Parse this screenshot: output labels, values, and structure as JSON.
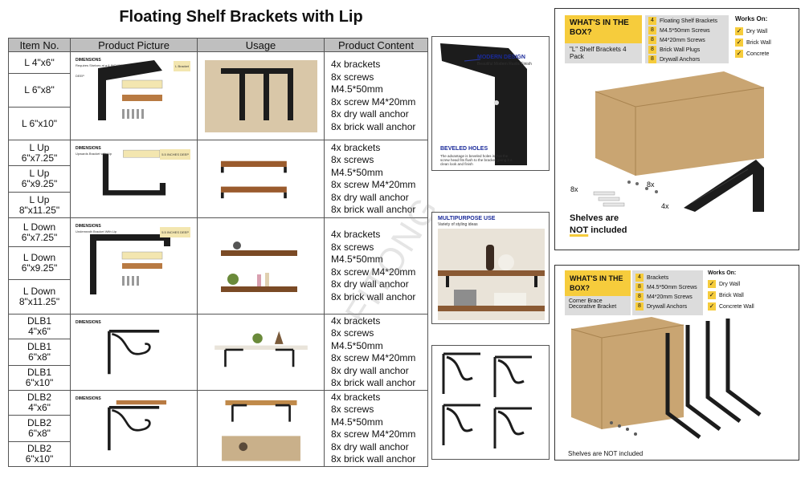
{
  "title": "Floating Shelf Brackets with Lip",
  "watermark": "FITONG",
  "table": {
    "headers": [
      "Item No.",
      "Product Picture",
      "Usage",
      "Product Content"
    ],
    "groups": [
      {
        "items": [
          "L 4\"x6\"",
          "L 6\"x8\"",
          "L 6\"x10\""
        ],
        "content": [
          "4x brackets",
          "8x screws M4.5*50mm",
          "8x screw M4*20mm",
          "8x dry wall anchor",
          "8x brick wall anchor"
        ],
        "pic_label": "DIMENSIONS",
        "pic_note": "Requires Shelves at a 6 INCHES DEEP",
        "pic_sub": "L Bracket"
      },
      {
        "items": [
          "L Up\n6\"x7.25\"",
          "L Up\n6\"x9.25\"",
          "L Up\n8\"x11.25\""
        ],
        "content": [
          "4x brackets",
          "8x screws M4.5*50mm",
          "8x screw M4*20mm",
          "8x dry wall anchor",
          "8x brick wall anchor"
        ],
        "pic_label": "DIMENSIONS",
        "pic_note": "Upwards Bracket with Lip",
        "pic_sub": "5.5 INCHES DEEP"
      },
      {
        "items": [
          "L Down\n6\"x7.25\"",
          "L Down\n6\"x9.25\"",
          "L Down\n8\"x11.25\""
        ],
        "content": [
          "4x brackets",
          "8x screws M4.5*50mm",
          "8x screw M4*20mm",
          "8x dry wall anchor",
          "8x brick wall anchor"
        ],
        "pic_label": "DIMENSIONS",
        "pic_note": "Underneath Bracket With Lip",
        "pic_sub": "5.5 INCHES DEEP"
      },
      {
        "items": [
          "DLB1\n4\"x6\"",
          "DLB1\n6\"x8\"",
          "DLB1\n6\"x10\""
        ],
        "content": [
          "4x brackets",
          "8x screws M4.5*50mm",
          "8x screw M4*20mm",
          "8x dry wall anchor",
          "8x brick wall anchor"
        ],
        "pic_label": "DIMENSIONS",
        "pic_note": "",
        "pic_sub": ""
      },
      {
        "items": [
          "DLB2\n4\"x6\"",
          "DLB2\n6\"x8\"",
          "DLB2\n6\"x10\""
        ],
        "content": [
          "4x brackets",
          "8x screws M4.5*50mm",
          "8x screw M4*20mm",
          "8x dry wall anchor",
          "8x brick wall anchor"
        ],
        "pic_label": "DIMENSIONS",
        "pic_note": "",
        "pic_sub": ""
      }
    ]
  },
  "detail_panel": {
    "modern_design": "MODERN DESIGN",
    "modern_sub": "Beautiful Modern Rustic Finish",
    "beveled": "BEVELED HOLES",
    "beveled_sub": "The advantage is beveled holes is that the screw head fits flush to the bracket giving it a clean look and finish"
  },
  "multipurpose_panel": {
    "label": "MULTIPURPOSE USE",
    "sub": "Variety of styling ideas"
  },
  "box1": {
    "header": "WHAT'S IN THE BOX?",
    "product": "\"L\" Shelf Brackets 4 Pack",
    "items": [
      {
        "n": "4",
        "text": "Floating Shelf Brackets"
      },
      {
        "n": "8",
        "text": "M4.5*50mm Screws"
      },
      {
        "n": "8",
        "text": "M4*20mm Screws"
      },
      {
        "n": "8",
        "text": "Brick Wall Plugs"
      },
      {
        "n": "8",
        "text": "Drywall Anchors"
      }
    ],
    "works_title": "Works On:",
    "works": [
      "Dry Wall",
      "Brick Wall",
      "Concrete"
    ],
    "count_labels": [
      "8x",
      "8x",
      "4x"
    ],
    "note_1": "Shelves are",
    "note_2": "NOT",
    "note_3": "included"
  },
  "box2": {
    "header": "WHAT'S IN THE BOX?",
    "product": "Corner Brace Decorative Bracket",
    "items": [
      {
        "n": "4",
        "text": "Brackets"
      },
      {
        "n": "8",
        "text": "M4.5*50mm Screws"
      },
      {
        "n": "8",
        "text": "M4*20mm Screws"
      },
      {
        "n": "8",
        "text": "Drywall Anchors"
      }
    ],
    "works_title": "Works On:",
    "works": [
      "Dry Wall",
      "Brick Wall",
      "Concrete Wall"
    ],
    "note": "Shelves are NOT included"
  },
  "colors": {
    "accent": "#f6cc3c",
    "header_grey": "#bfbfbf",
    "cardboard": "#c9a572",
    "metal": "#1c1c1c",
    "wood": "#9a5b2d"
  }
}
